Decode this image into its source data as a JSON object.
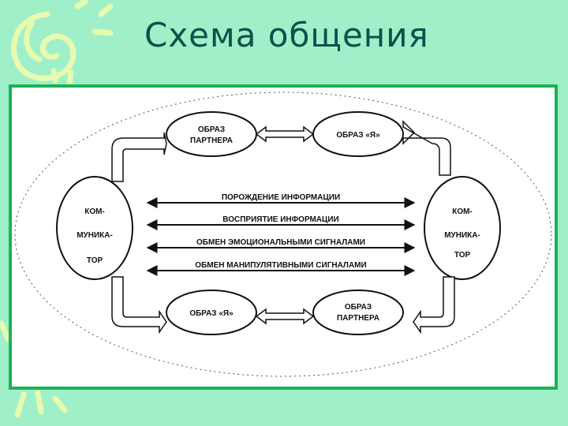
{
  "title": "Схема общения",
  "diagram": {
    "communicator_left": [
      "КОМ-",
      "МУНИКА-",
      "ТОР"
    ],
    "communicator_right": [
      "КОМ-",
      "МУНИКА-",
      "ТОР"
    ],
    "top_left_ellipse": [
      "ОБРАЗ",
      "ПАРТНЕРА"
    ],
    "top_right_ellipse": "ОБРАЗ «Я»",
    "bottom_left_ellipse": "ОБРАЗ «Я»",
    "bottom_right_ellipse": [
      "ОБРАЗ",
      "ПАРТНЕРА"
    ],
    "arrows": [
      "ПОРОЖДЕНИЕ ИНФОРМАЦИИ",
      "ВОСПРИЯТИЕ ИНФОРМАЦИИ",
      "ОБМЕН ЭМОЦИОНАЛЬНЫМИ СИГНАЛАМИ",
      "ОБМЕН МАНИПУЛЯТИВНЫМИ СИГНАЛАМИ"
    ]
  },
  "colors": {
    "background": "#9ff0c8",
    "frame_border": "#1bb255",
    "title": "#0f4f4a",
    "decoration": "#e8fab0"
  }
}
